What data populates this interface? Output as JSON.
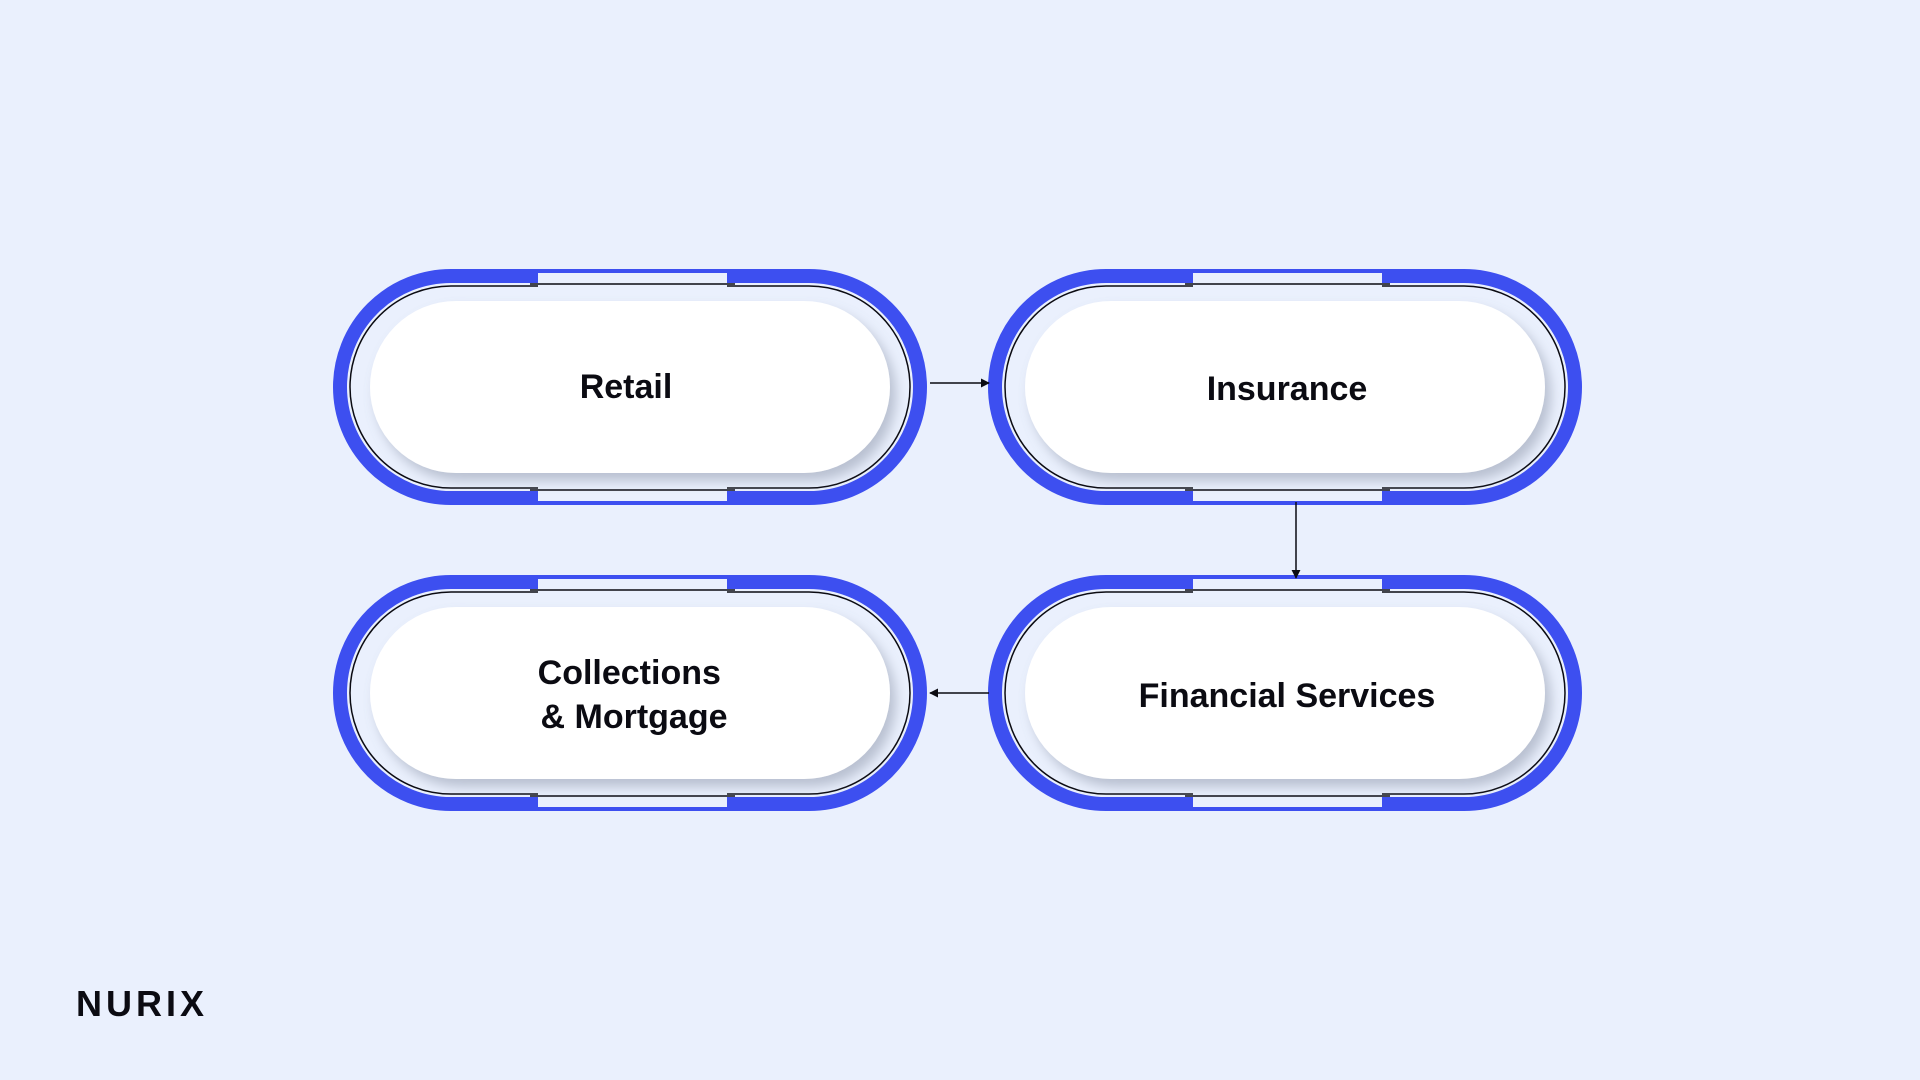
{
  "colors": {
    "background": "#EAF0FD",
    "accent": "#3D4FF0",
    "text": "#0B0B12"
  },
  "nodes": [
    {
      "id": "retail",
      "lines": [
        "Retail"
      ]
    },
    {
      "id": "insurance",
      "lines": [
        "Insurance"
      ]
    },
    {
      "id": "financial-services",
      "lines": [
        "Financial Services"
      ]
    },
    {
      "id": "collections-mortgage",
      "lines": [
        "Collections",
        "& Mortgage"
      ]
    }
  ],
  "edges": [
    {
      "from": "retail",
      "to": "insurance"
    },
    {
      "from": "insurance",
      "to": "financial-services"
    },
    {
      "from": "financial-services",
      "to": "collections-mortgage"
    }
  ],
  "logo": {
    "text": "NURIX"
  }
}
